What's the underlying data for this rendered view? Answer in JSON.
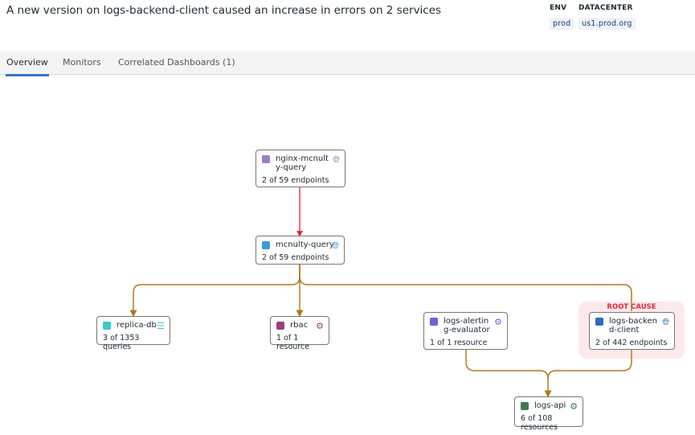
{
  "header": {
    "title": "A new version on logs-backend-client caused an increase in errors on 2 services",
    "env_label": "ENV",
    "env_value": "prod",
    "dc_label": "DATACENTER",
    "dc_value": "us1.prod.org"
  },
  "tabs": [
    {
      "label": "Overview",
      "active": true
    },
    {
      "label": "Monitors"
    },
    {
      "label": "Correlated Dashboards (1)"
    }
  ],
  "root_cause_label": "ROOT CAUSE",
  "nodes": {
    "nginx": {
      "name": "nginx-mcnulty-query",
      "sub": "2 of 59 endpoints",
      "color": "#9b7fc8",
      "icon": "globe-icon"
    },
    "mcnulty": {
      "name": "mcnulty-query",
      "sub": "2 of 59 endpoints",
      "color": "#3a9ad9",
      "icon": "globe-icon"
    },
    "replica": {
      "name": "replica-db",
      "sub": "3 of 1353 queries",
      "color": "#3cc9c6",
      "icon": "database-icon"
    },
    "rbac": {
      "name": "rbac",
      "sub": "1 of 1 resource",
      "color": "#9c3f7a",
      "icon": "gears-icon"
    },
    "alerting": {
      "name": "logs-alerting-evaluator",
      "sub": "1 of 1 resource",
      "color": "#6e62d4",
      "icon": "gears-icon"
    },
    "backend": {
      "name": "logs-backend-client",
      "sub": "2 of 442 endpoints",
      "color": "#2f6db8",
      "icon": "globe-icon"
    },
    "api": {
      "name": "logs-api",
      "sub": "6 of 108 resources",
      "color": "#3d7a52",
      "icon": "gears-icon"
    }
  }
}
